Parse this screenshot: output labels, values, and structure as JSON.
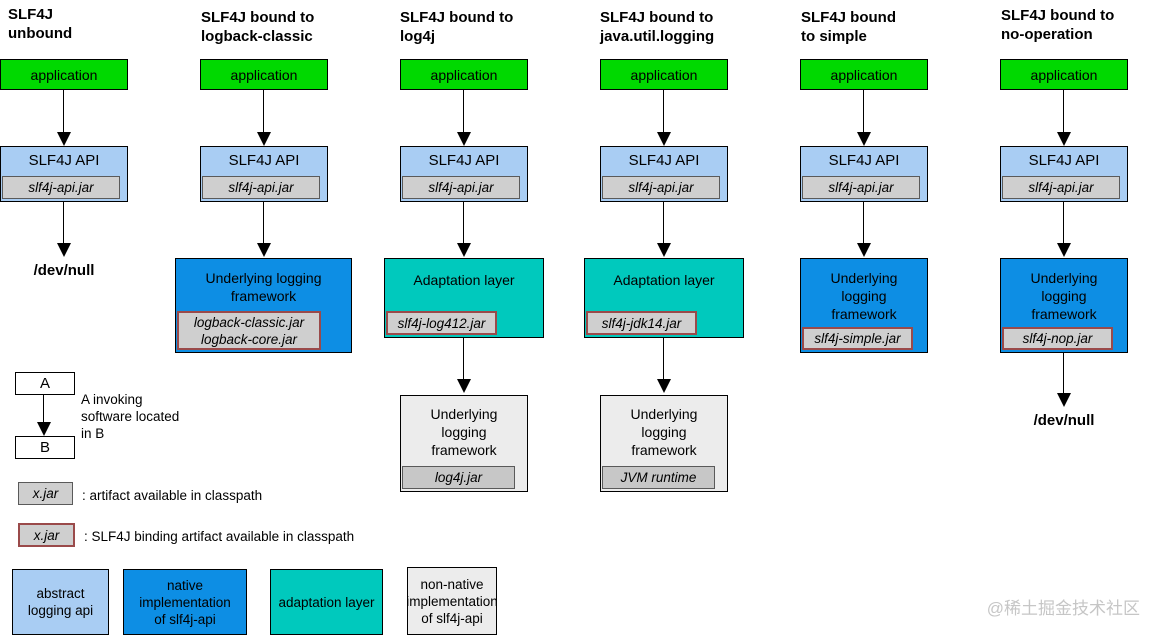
{
  "diagram": {
    "columns": [
      {
        "title": "SLF4J\nunbound",
        "application": "application",
        "api_label": "SLF4J API",
        "api_jar": "slf4j-api.jar",
        "output": "/dev/null"
      },
      {
        "title": "SLF4J bound to\nlogback-classic",
        "application": "application",
        "api_label": "SLF4J API",
        "api_jar": "slf4j-api.jar",
        "framework_label": "Underlying logging\nframework",
        "framework_jar": "logback-classic.jar\nlogback-core.jar"
      },
      {
        "title": "SLF4J bound to\nlog4j",
        "application": "application",
        "api_label": "SLF4J API",
        "api_jar": "slf4j-api.jar",
        "adaptation_label": "Adaptation layer",
        "adaptation_jar": "slf4j-log412.jar",
        "framework_label": "Underlying\nlogging\nframework",
        "framework_jar": "log4j.jar"
      },
      {
        "title": "SLF4J bound to\njava.util.logging",
        "application": "application",
        "api_label": "SLF4J API",
        "api_jar": "slf4j-api.jar",
        "adaptation_label": "Adaptation layer",
        "adaptation_jar": "slf4j-jdk14.jar",
        "framework_label": "Underlying\nlogging\nframework",
        "framework_jar": "JVM runtime"
      },
      {
        "title": "SLF4J bound\nto simple",
        "application": "application",
        "api_label": "SLF4J API",
        "api_jar": "slf4j-api.jar",
        "framework_label": "Underlying\nlogging\nframework",
        "framework_jar": "slf4j-simple.jar"
      },
      {
        "title": "SLF4J bound to\nno-operation",
        "application": "application",
        "api_label": "SLF4J API",
        "api_jar": "slf4j-api.jar",
        "framework_label": "Underlying\nlogging\nframework",
        "framework_jar": "slf4j-nop.jar",
        "output": "/dev/null"
      }
    ],
    "legend": {
      "invoke_a": "A",
      "invoke_b": "B",
      "invoke_text": "A invoking\nsoftware located\nin B",
      "artifact_box": "x.jar",
      "artifact_text": ": artifact available in classpath",
      "binding_box": "x.jar",
      "binding_text": ": SLF4J binding artifact available in classpath"
    },
    "color_key": [
      {
        "label": "abstract\nlogging api"
      },
      {
        "label": "native implementation\nof slf4j-api"
      },
      {
        "label": "adaptation layer"
      },
      {
        "label": "non-native\nimplementation\nof slf4j-api"
      }
    ],
    "colors": {
      "application_green": "#00d900",
      "abstract_api_blue": "#a9cdf3",
      "native_impl_blue": "#0d8ee4",
      "adaptation_teal": "#00c9bd",
      "nonnative_gray": "#ececec",
      "jar_gray": "#cfcfcf",
      "binding_border_maroon": "#9a4a4a"
    },
    "watermark": "@稀土掘金技术社区"
  }
}
